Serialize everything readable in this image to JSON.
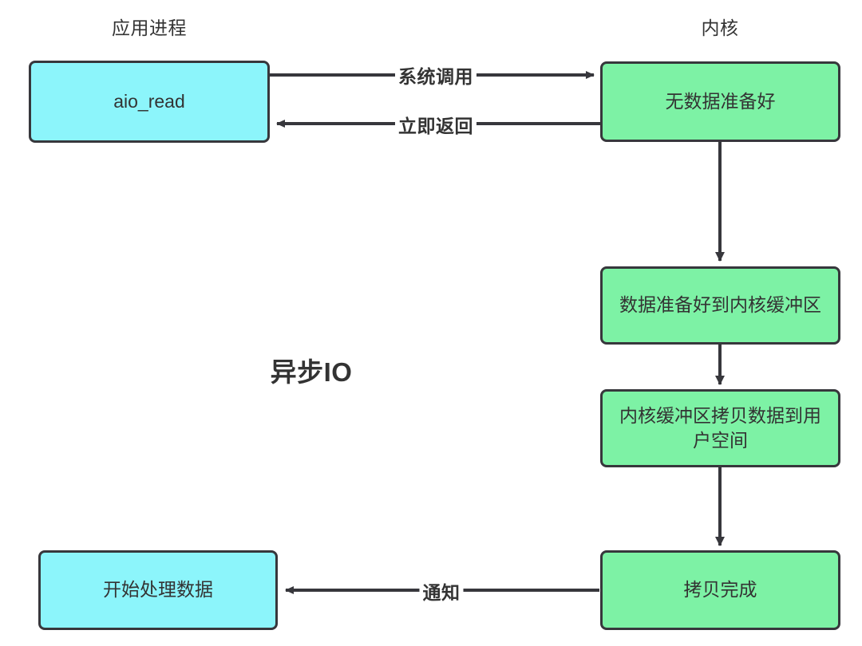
{
  "diagram": {
    "title": "异步IO",
    "headers": {
      "app": "应用进程",
      "kernel": "内核"
    },
    "nodes": {
      "aio_read": "aio_read",
      "no_data_ready": "无数据准备好",
      "data_ready_kernel_buffer": "数据准备好到内核缓冲区",
      "kernel_copy_to_user": "内核缓冲区拷贝数据到用户空间",
      "copy_done": "拷贝完成",
      "start_process_data": "开始处理数据"
    },
    "edges": {
      "syscall": "系统调用",
      "return_immediately": "立即返回",
      "notify": "通知"
    },
    "colors": {
      "app_fill": "#8cf5fb",
      "kernel_fill": "#7df2a5",
      "stroke": "#37373c",
      "text": "#333333",
      "background": "#ffffff"
    }
  }
}
